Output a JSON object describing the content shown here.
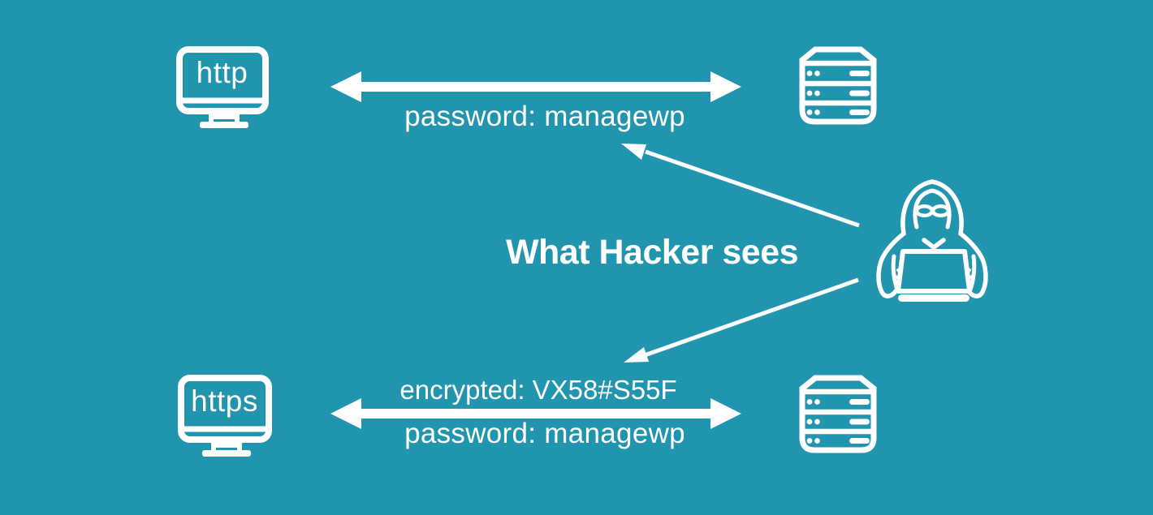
{
  "colors": {
    "background": "#2194ae",
    "foreground": "#ffffff"
  },
  "heading": {
    "label": "What Hacker sees"
  },
  "http_flow": {
    "client_label": "http",
    "message": "password: managewp",
    "client_icon": "monitor-icon",
    "server_icon": "server-rack-icon",
    "arrow_icon": "double-headed-arrow"
  },
  "https_flow": {
    "client_label": "https",
    "encrypted_message": "encrypted: VX58#S55F",
    "message": "password: managewp",
    "client_icon": "monitor-icon",
    "server_icon": "server-rack-icon",
    "arrow_icon": "double-headed-arrow"
  },
  "hacker": {
    "icon": "hacker-icon",
    "upper_arrow_icon": "hacker-sees-http-arrow",
    "lower_arrow_icon": "hacker-sees-https-arrow"
  }
}
